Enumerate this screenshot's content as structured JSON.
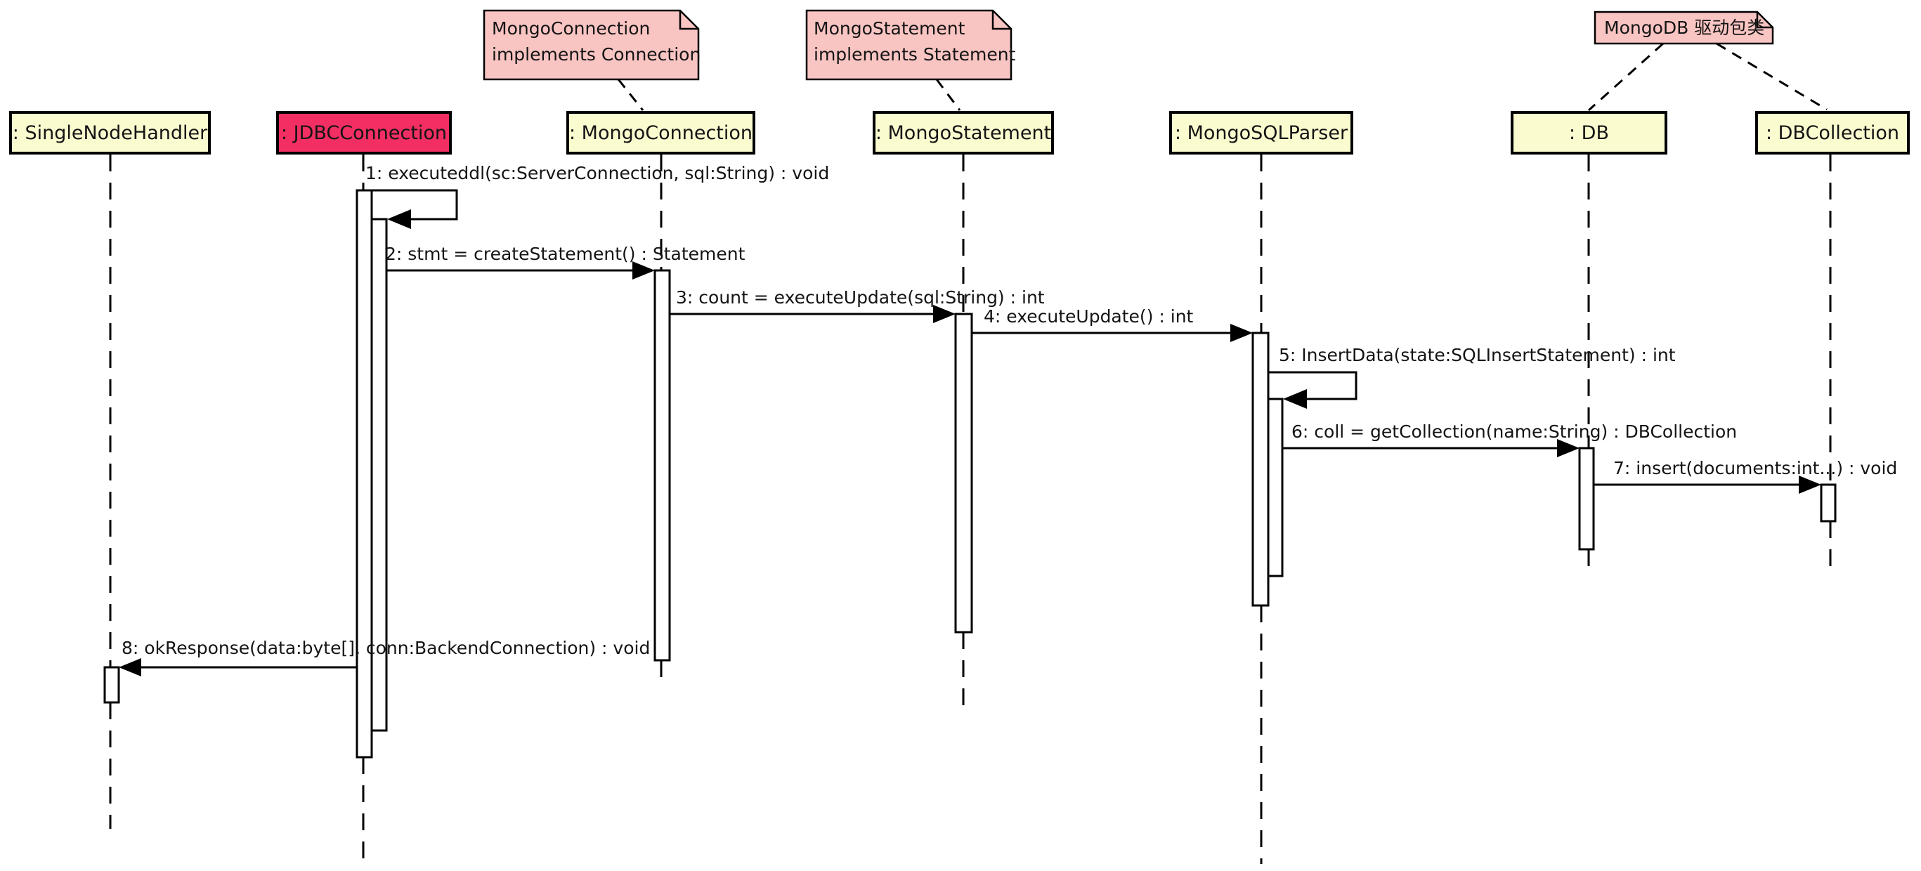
{
  "diagram": {
    "type": "uml-sequence-diagram",
    "colors": {
      "background": "#ffffff",
      "object_fill": "#fbfbd0",
      "highlight_fill": "#f22e63",
      "note_fill": "#f9c5c3",
      "stroke": "#000000"
    },
    "objects": [
      {
        "id": "SingleNodeHandler",
        "label": ": SingleNodeHandler",
        "highlight": false
      },
      {
        "id": "JDBCConnection",
        "label": ": JDBCConnection",
        "highlight": true
      },
      {
        "id": "MongoConnection",
        "label": ": MongoConnection",
        "highlight": false
      },
      {
        "id": "MongoStatement",
        "label": ": MongoStatement",
        "highlight": false
      },
      {
        "id": "MongoSQLParser",
        "label": ": MongoSQLParser",
        "highlight": false
      },
      {
        "id": "DB",
        "label": ": DB",
        "highlight": false
      },
      {
        "id": "DBCollection",
        "label": ": DBCollection",
        "highlight": false
      }
    ],
    "notes": [
      {
        "target": "MongoConnection",
        "lines": [
          "MongoConnection",
          "implements Connection"
        ]
      },
      {
        "target": "MongoStatement",
        "lines": [
          "MongoStatement",
          "implements Statement"
        ]
      },
      {
        "target": "DB, DBCollection",
        "lines": [
          "MongoDB 驱动包类"
        ]
      }
    ],
    "messages": [
      {
        "seq": 1,
        "from": "JDBCConnection",
        "to": "JDBCConnection",
        "kind": "self",
        "label": "1: executeddl(sc:ServerConnection, sql:String) : void"
      },
      {
        "seq": 2,
        "from": "JDBCConnection",
        "to": "MongoConnection",
        "kind": "call",
        "label": "2: stmt = createStatement() : Statement"
      },
      {
        "seq": 3,
        "from": "MongoConnection",
        "to": "MongoStatement",
        "kind": "call",
        "label": "3: count = executeUpdate(sql:String) : int"
      },
      {
        "seq": 4,
        "from": "MongoStatement",
        "to": "MongoSQLParser",
        "kind": "call",
        "label": "4: executeUpdate() : int"
      },
      {
        "seq": 5,
        "from": "MongoSQLParser",
        "to": "MongoSQLParser",
        "kind": "self",
        "label": "5: InsertData(state:SQLInsertStatement) : int"
      },
      {
        "seq": 6,
        "from": "MongoSQLParser",
        "to": "DB",
        "kind": "call",
        "label": "6: coll = getCollection(name:String) : DBCollection"
      },
      {
        "seq": 7,
        "from": "DB",
        "to": "DBCollection",
        "kind": "call",
        "label": "7: insert(documents:int...) : void"
      },
      {
        "seq": 8,
        "from": "JDBCConnection",
        "to": "SingleNodeHandler",
        "kind": "call",
        "label": "8: okResponse(data:byte[], conn:BackendConnection) : void"
      }
    ]
  }
}
